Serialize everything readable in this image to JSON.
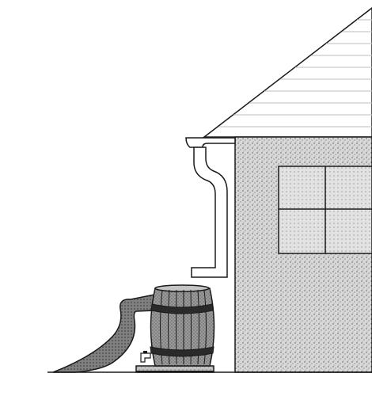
{
  "figure": {
    "description_visible_text": "",
    "components": [
      "house-roof",
      "house-wall",
      "window",
      "gutter",
      "downspout",
      "rain-barrel",
      "barrel-spigot",
      "barrel-stand",
      "overflow-hose",
      "ground-line"
    ]
  },
  "colors": {
    "line": "#1a1a1a",
    "background": "#ffffff",
    "wall_fill": "#c9c9c9",
    "roof_line": "#bdbdbd",
    "barrel_fill": "#8f8f8f",
    "barrel_hoop": "#2a2a2a",
    "stand_fill": "#b5b5b5",
    "hose_fill": "#6f6f6f",
    "window_fill": "#d6d6d6"
  }
}
